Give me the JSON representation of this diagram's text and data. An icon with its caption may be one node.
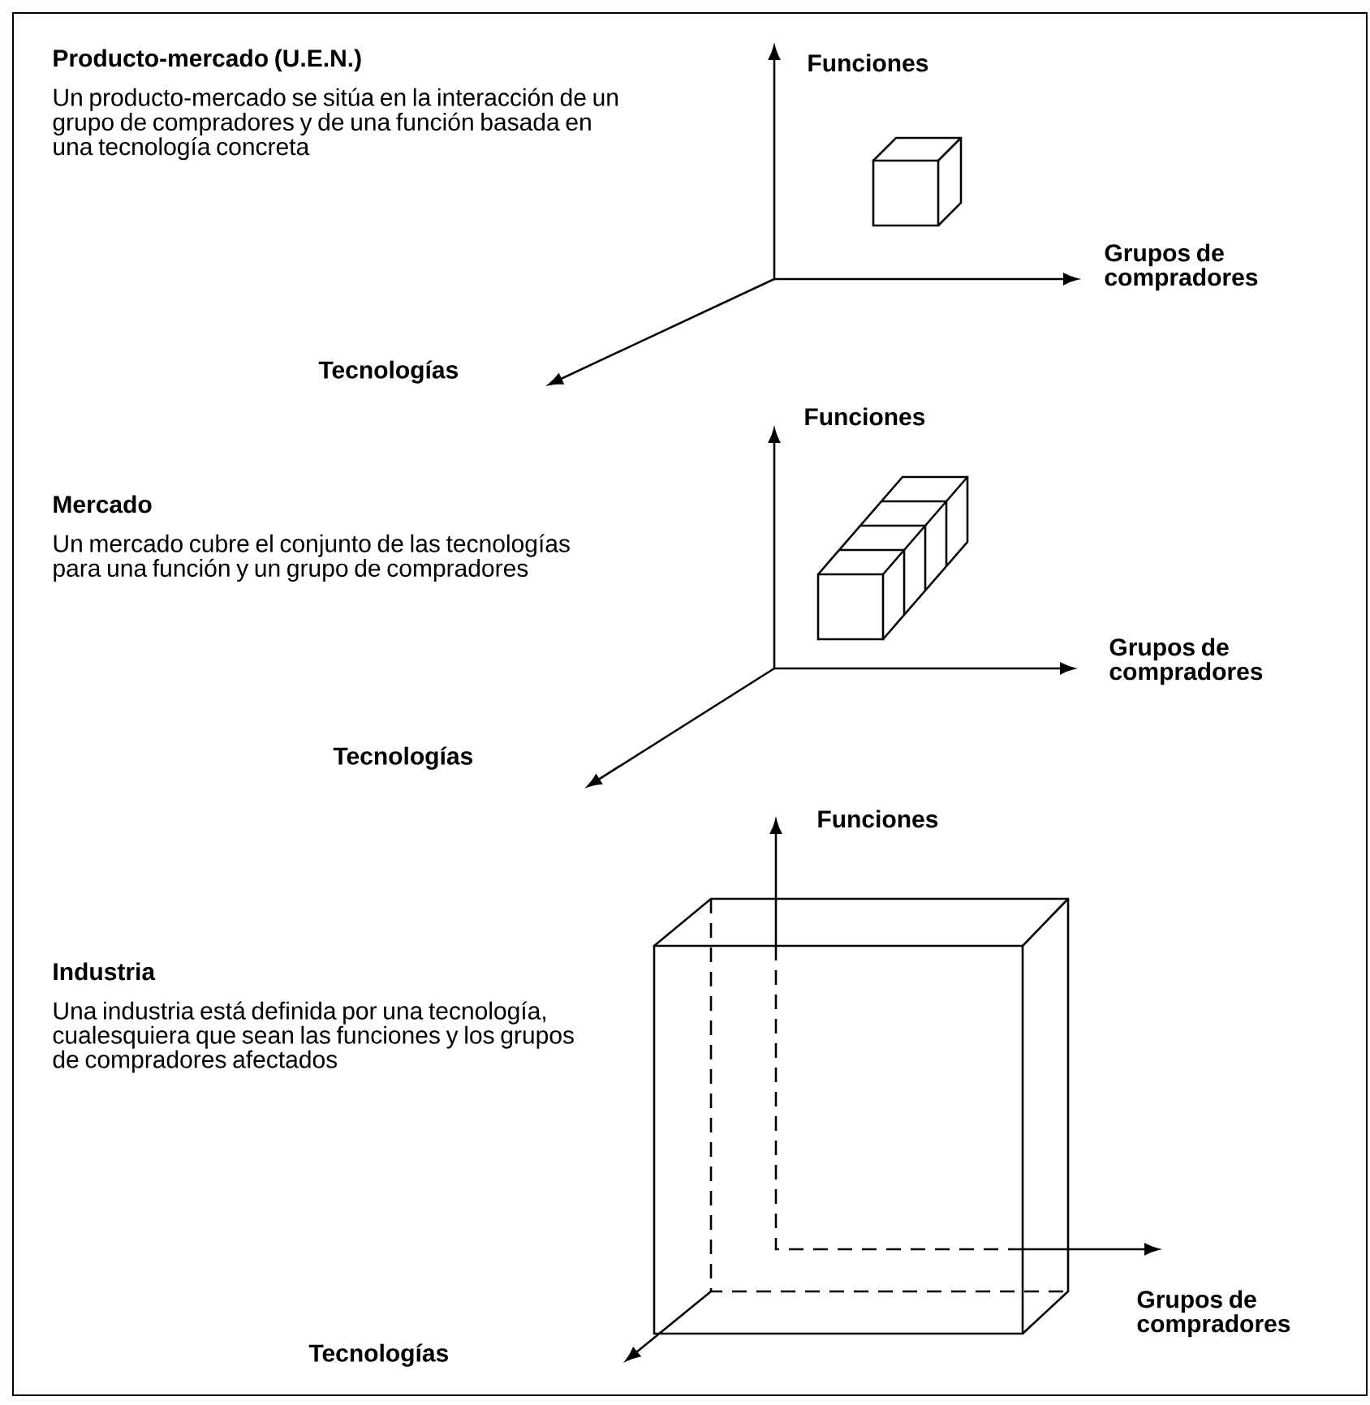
{
  "diagram": {
    "labels": [
      "Producto-mercado (U.E.N.)",
      "Un producto-mercado se sitúa en la interacción de un grupo de compradores y de una función basada en una tecnología concreta",
      "Funciones",
      "Grupos de compradores",
      "Tecnologías",
      "Funciones",
      "Mercado",
      "Un mercado cubre el conjunto de las tecnologías para una función y un grupo de compradores",
      "Grupos de compradores",
      "Tecnologías",
      "Funciones",
      "Industria",
      "Una industria está definida por una tecnología, cualesquiera que sean las funciones y los grupos de compradores afectados",
      "Grupos de compradores",
      "Tecnologías"
    ]
  }
}
